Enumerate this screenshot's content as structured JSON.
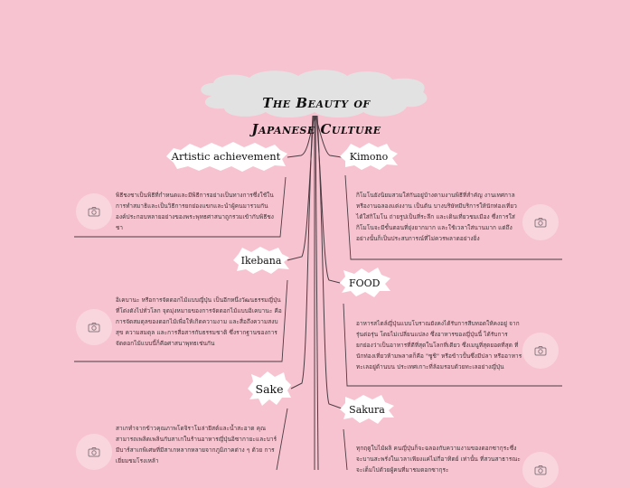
{
  "map": {
    "title_line1": "The Beauty of",
    "title_line2": "Japanese Culture",
    "colors": {
      "background": "#f8c3d0",
      "cloud": "#e2e2e2",
      "burst": "#ffffff",
      "connector": "#4a3c42",
      "photo_placeholder": "#f9d6de"
    },
    "topics": [
      {
        "label": "Artistic achievement",
        "side": "left",
        "note": "พิธีชงชาเป็นพิธีที่กำหนดและมีพิธีการอย่างเป็นทางการซึ่งใช้ในการทำสมาธิและเป็นวิธีการยกย่องแขกและนำผู้คนมารวมกัน องค์ประกอบหลายอย่างของพระพุทธศาสนาถูกรวมเข้ากับพิธีชงชา",
        "icon": "camera-icon"
      },
      {
        "label": "Kimono",
        "side": "right",
        "note": "กิโมโนยังนิยมสวมใส่กันอยู่บ้างตามงานพิธีที่สำคัญ งานเทศกาล หรืองานฉลองแต่งงาน เป็นต้น บางบริษัทมีบริการให้นักท่องเที่ยวได้ใส่กิโมโน ถ่ายรูปเป็นที่ระลึก และเดินเที่ยวชมเมือง ซึ่งการใส่กิโมโนจะมีขั้นตอนที่ยุ่งยากมาก และใช้เวลาใส่นานมาก แต่ถึงอย่างนั้นก็เป็นประสบการณ์ที่ไม่ควรพลาดอย่างยิ่ง",
        "icon": "camera-icon"
      },
      {
        "label": "Ikebana",
        "side": "left",
        "note": "อิเคบานะ หรือการจัดดอกไม้แบบญี่ปุ่น เป็นอีกหนึ่งวัฒนธรรมญี่ปุ่นที่โด่งดังไปทั่วโลก จุดมุ่งหมายของการจัดดอกไม้แบบอิเคบานะ คือการจัดสมดุลของดอกไม้เพื่อให้เกิดความงาม และสื่อถึงความสงบสุข ความสมดุล และการสื่อสารกับธรรมชาติ ซึ่งรากฐานของการจัดดอกไม้แบบนี้ก็คือศาสนาพุทธเช่นกัน",
        "icon": "camera-icon"
      },
      {
        "label": "FOOD",
        "side": "right",
        "note": "อาหารสไตล์ญี่ปุ่นแบบโบราณยังคงได้รับการสืบทอดให้คงอยู่ จากรุ่นต่อรุ่น โดยไม่เปลี่ยนแปลง ซึ่งอาหารของญี่ปุ่นนี้ ได้รับการยกย่องว่าเป็นอาหารที่ดีที่สุดในโลกที่เดียว ซึ่งเมนูที่สุดยอดที่สุด ที่นักท่องเที่ยวห้ามพลาดก็คือ \"ซูชิ\" หรือข้าวปั้นซึ่งมีปลา หรืออาหารทะเลอยู่ด้านบน ประเทศเกาะที่ล้อมรอบด้วยทะเลอย่างญี่ปุ่น",
        "icon": "camera-icon"
      },
      {
        "label": "Sake",
        "side": "left",
        "note": "สาเกทำจากข้าวคุณภาพโดจิราโมล่ายีสต์และน้ำสะอาด คุณสามารถเพลิดเพลินกับสาเกในร้านอาหารญี่ปุ่นอิซากายะและบาร์ มีบาร์สาเกพิเศษที่มีสาเกหลากหลายจากภูมิภาคต่าง ๆ ด้วย การเยี่ยมชมโรงเหล้า",
        "icon": "camera-icon"
      },
      {
        "label": "Sakura",
        "side": "right",
        "note": "ทุกฤดูใบไม้ผลิ คนญี่ปุ่นก็จะฉลองกับความงามของดอกซากุระซึ่งจะบานสะพรั่งในเวลาเพียงแค่ไม่กี่อาทิตย์ เท่านั้น ที่สวนสาธารณะจะเต็มไปด้วยผู้คนที่มาชมดอกซากุระ",
        "icon": "camera-icon"
      }
    ]
  }
}
